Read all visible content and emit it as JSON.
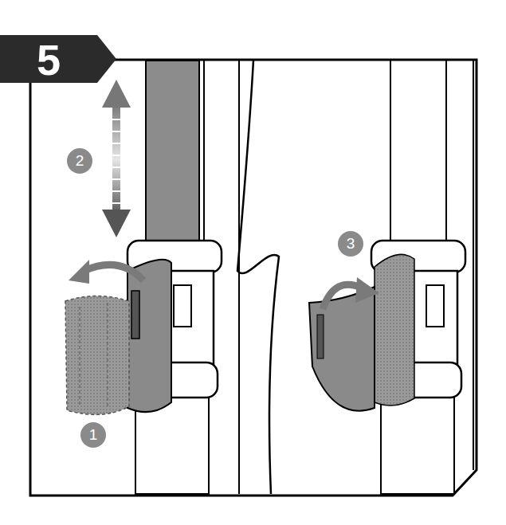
{
  "diagram": {
    "labels": [
      "5",
      "2",
      "3",
      "1"
    ]
  }
}
